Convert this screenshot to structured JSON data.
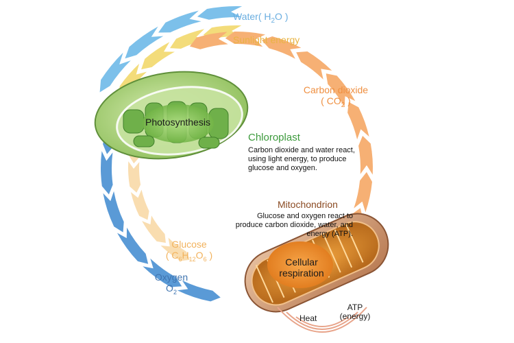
{
  "labels": {
    "water": "Water( H",
    "water_sub": "2",
    "water_end": "O )",
    "sunlight": "Sunlight energy",
    "co2_line1": "Carbon dioxide",
    "co2_line2_a": "( CO",
    "co2_line2_sub": "2",
    "co2_line2_b": " )",
    "photosynthesis": "Photosynthesis",
    "chloroplast_title": "Chloroplast",
    "chloroplast_desc": [
      "Carbon dioxide and water react,",
      "using light energy, to produce",
      "glucose and oxygen."
    ],
    "mitochondrion_title": "Mitochondrion",
    "mitochondrion_desc": [
      "Glucose and oxygen react to",
      "produce carbon dioxide, water, and",
      "energy (ATP)."
    ],
    "glucose": "Glucose",
    "glucose_formula": {
      "a": "( C",
      "s1": "6",
      "b": "H",
      "s2": "12",
      "c": "O",
      "s3": "6",
      "d": " )"
    },
    "oxygen": "Oxygen",
    "oxygen_formula": {
      "a": "O",
      "sub": "2"
    },
    "cellular_line1": "Cellular",
    "cellular_line2": "respiration",
    "heat": "Heat",
    "atp_line1": "ATP",
    "atp_line2": "(energy)"
  },
  "colors": {
    "water": "#7cc0ea",
    "sunlight": "#f3dc7a",
    "co2": "#f6b074",
    "glucose": "#f9ddb0",
    "oxygen": "#5a9ad6",
    "chloroplast": "#9cc96a",
    "mitochondrion": "#c98a5f",
    "heat": "#e8a48a"
  }
}
